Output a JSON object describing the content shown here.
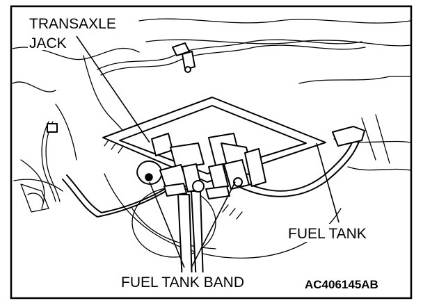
{
  "figure": {
    "labels": {
      "transaxle_jack_line1": "TRANSAXLE",
      "transaxle_jack_line2": "JACK",
      "fuel_tank": "FUEL TANK",
      "fuel_tank_band": "FUEL TANK BAND"
    },
    "figure_code": "AC406145AB"
  }
}
